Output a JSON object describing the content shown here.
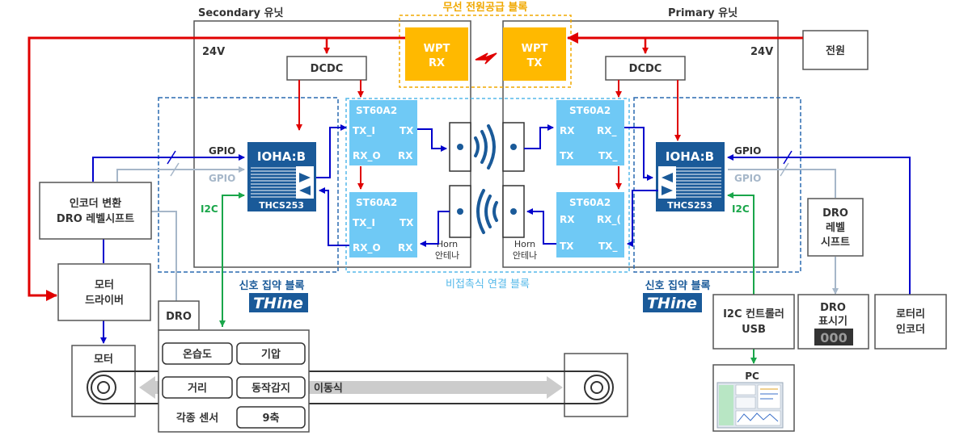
{
  "labels": {
    "secondary_unit": "Secondary 유닛",
    "primary_unit": "Primary 유닛",
    "wireless_power_block": "무선 전원공급 블록",
    "voltage_left": "24V",
    "voltage_right": "24V",
    "power": "전원",
    "signal_block_left": "신호 집약 블록",
    "signal_block_right": "신호 집약 블록",
    "noncontact_block": "비접촉식 연결 블록",
    "thine_logo": "THine",
    "moving": "이동식"
  },
  "wpt": {
    "rx_line1": "WPT",
    "rx_line2": "RX",
    "tx_line1": "WPT",
    "tx_line2": "TX"
  },
  "dcdc": {
    "left": "DCDC",
    "right": "DCDC"
  },
  "ioha": {
    "title": "IOHA:B",
    "part": "THCS253",
    "gpio": "GPIO",
    "i2c": "I2C"
  },
  "st60": {
    "name": "ST60A2",
    "tx_i": "TX_I",
    "tx": "TX",
    "rx_o": "RX_O",
    "rx": "RX",
    "rx_": "RX_",
    "tx_": "TX_",
    "rx_cut": "RX_(",
    "tx_cut": "TX_"
  },
  "horn": {
    "line1": "Horn",
    "line2": "안테나"
  },
  "left": {
    "encoder_line1": "인코더 변환",
    "encoder_line2": "DRO 레벨시프트",
    "motor_driver_line1": "모터",
    "motor_driver_line2": "드라이버",
    "motor": "모터",
    "dro": "DRO",
    "sensors": [
      "온습도",
      "기압",
      "거리",
      "동작감지",
      "각종 센서",
      "9축"
    ]
  },
  "right": {
    "dro_level_line1": "DRO",
    "dro_level_line2": "레벨",
    "dro_level_line3": "시프트",
    "i2c_ctrl_line1": "I2C 컨트롤러",
    "i2c_ctrl_line2": "USB",
    "dro_display_line1": "DRO",
    "dro_display_line2": "표시기",
    "dro_digits": "000",
    "rotary_line1": "로터리",
    "rotary_line2": "인코더",
    "pc": "PC"
  },
  "colors": {
    "power_line": "#e00000",
    "signal_line": "#0000cc",
    "gpio_line": "#a6b7c9",
    "i2c_line": "#1aa64a",
    "ioha_fill": "#1a5a99",
    "st60_fill": "#6fc9f5",
    "wpt_fill": "#ffb900",
    "wpt_border": "#f0a800",
    "block_dash": "#2a6ab0",
    "noncontact_dash": "#55b9ea"
  }
}
